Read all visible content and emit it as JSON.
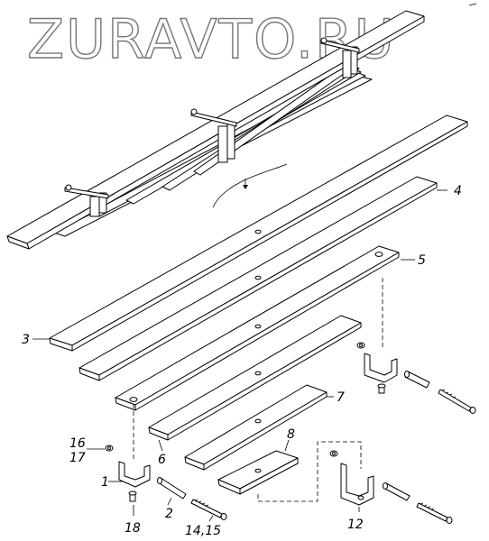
{
  "watermark": "ZURAVTO.RU",
  "callouts": [
    {
      "id": "c1",
      "text": "1"
    },
    {
      "id": "c2",
      "text": "2"
    },
    {
      "id": "c3",
      "text": "3"
    },
    {
      "id": "c4",
      "text": "4"
    },
    {
      "id": "c5",
      "text": "5"
    },
    {
      "id": "c6",
      "text": "6"
    },
    {
      "id": "c7",
      "text": "7"
    },
    {
      "id": "c8",
      "text": "8"
    },
    {
      "id": "c12",
      "text": "12"
    },
    {
      "id": "c1415",
      "text": "14,15"
    },
    {
      "id": "c16",
      "text": "16"
    },
    {
      "id": "c17",
      "text": "17"
    },
    {
      "id": "c18",
      "text": "18"
    }
  ]
}
